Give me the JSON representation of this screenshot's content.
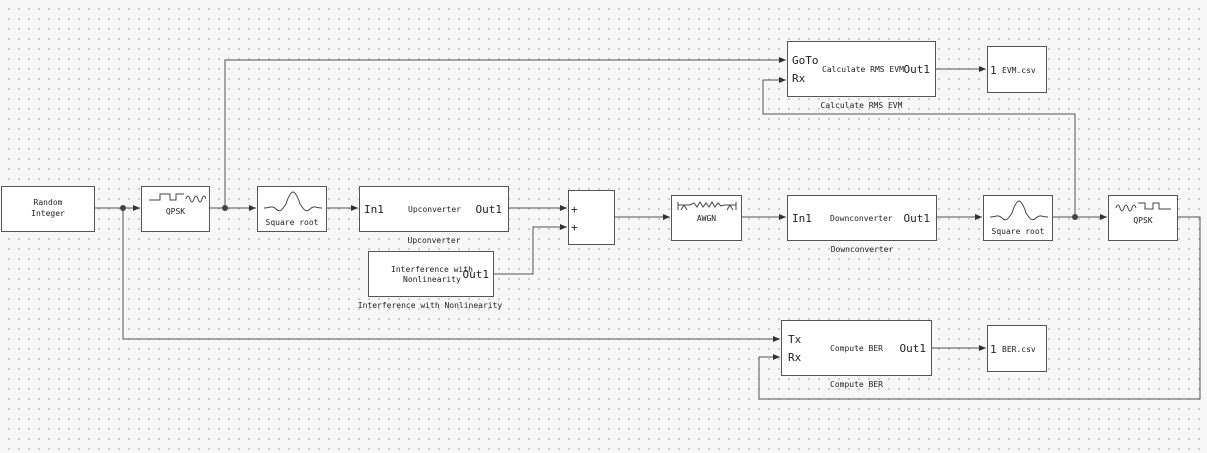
{
  "blocks": {
    "random_integer": {
      "line1": "Random",
      "line2": "Integer"
    },
    "qpsk_mod": {
      "text": "QPSK"
    },
    "sqrt_tx": {
      "text": "Square root"
    },
    "upconverter": {
      "in": "In1",
      "name": "Upconverter",
      "out": "Out1",
      "label": "Upconverter"
    },
    "interference": {
      "line1": "Interference with",
      "line2": "Nonlinearity",
      "out": "Out1",
      "label": "Interference with Nonlinearity"
    },
    "sum": {
      "in1": "+",
      "in2": "+"
    },
    "awgn": {
      "text": "AWGN"
    },
    "downconverter": {
      "in": "In1",
      "name": "Downconverter",
      "out": "Out1",
      "label": "Downconverter"
    },
    "sqrt_rx": {
      "text": "Square root"
    },
    "qpsk_demod": {
      "text": "QPSK"
    },
    "evm": {
      "in1": "GoTo",
      "in2": "Rx",
      "name": "Calculate RMS EVM",
      "out": "Out1",
      "label": "Calculate RMS EVM"
    },
    "evm_file": {
      "port": "1",
      "text": "EVM.csv"
    },
    "ber": {
      "in1": "Tx",
      "in2": "Rx",
      "name": "Compute BER",
      "out": "Out1",
      "label": "Compute BER"
    },
    "ber_file": {
      "port": "1",
      "text": "BER.csv"
    }
  },
  "colors": {
    "line": "#555555",
    "block_border": "#555555",
    "block_fill": "#ffffff",
    "background": "#f7f7f7"
  }
}
